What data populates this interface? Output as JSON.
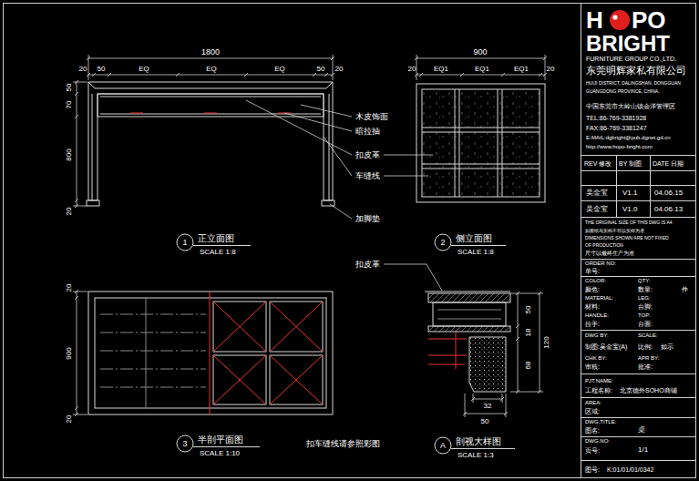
{
  "diagram": {
    "labels": [
      "1800",
      "20",
      "50",
      "EQ",
      "EQ",
      "EQ",
      "50",
      "20",
      "50",
      "70",
      "800",
      "20",
      "木皮饰面",
      "暗拉抽",
      "扣皮革",
      "车缝线",
      "加脚垫",
      "1",
      "正立面图",
      "SCALE 1:8",
      "900",
      "20",
      "EQ1",
      "EQ1",
      "EQ1",
      "20",
      "2",
      "侧立面图",
      "SCALE 1:8",
      "扣皮革",
      "20",
      "900",
      "20",
      "3",
      "半剖平面图",
      "SCALE 1:10",
      "扣车缝线请参照彩图",
      "50",
      "18",
      "120",
      "68",
      "32",
      "50",
      "A",
      "剖视大样图",
      "SCALE 1:3",
      "H",
      "PO",
      "BRIGHT",
      "FURNITURE GROUP CO.,LTD.",
      "东莞明辉家私有限公司",
      "HUIJI DISTRICT, DALINGSHAN, DONGGUAN",
      "GUANGDONG PROVINCE, CHINA.",
      "中国东莞市大岭山镇会洋管理区",
      "TEL:86-769-3381928",
      "FAX:86-769-3381247",
      "E-MAIL:dgbright@pub.dgnet.gd.cn",
      "http://www.hopo-bright.com",
      "REV 修改",
      "BY 制图",
      "DATE 日期",
      "吴金宝",
      "V1.1",
      "04.06.15",
      "吴金宝",
      "V1.0",
      "04.06.13",
      "THE ORIGINAL SIZE OF THIS DWG IS A4",
      "如图纸与实样不符以实样为准",
      "DIMENSIONS SHOWN ARE NOT FIXED",
      "OF PRODUCTION",
      "尺寸以最终生产为准",
      "ORDER NO:",
      "单号:",
      "COLOR:",
      "QTY:",
      "颜色:",
      "数量:",
      "件",
      "MATERIAL:",
      "LEG:",
      "材料:",
      "台脚:",
      "HANDLE:",
      "TOP:",
      "拉手:",
      "台面:",
      "DWG BY:",
      "SCALE:",
      "制图:吴金宝(A)",
      "比例:",
      "如示",
      "CHK BY:",
      "APR BY:",
      "审核:",
      "批准:",
      "PJT.NAME:",
      "工程名称:",
      "北京德外SOHO商铺",
      "AREA:",
      "区域:",
      "DWG.TITLE:",
      "图名:",
      "桌",
      "DWG.NO:",
      "页号:",
      "1/1",
      "图号:",
      "K:01/01/01/0342"
    ]
  }
}
